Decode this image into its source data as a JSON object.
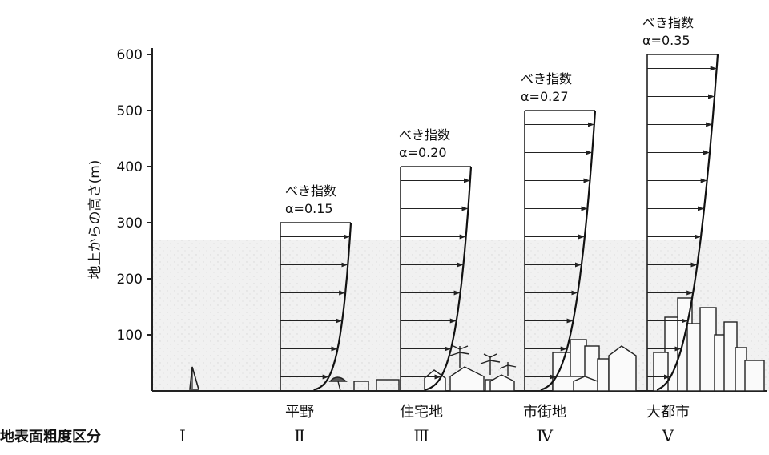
{
  "chart_data": {
    "type": "line",
    "title": "",
    "xlabel": "",
    "ylabel": "地上からの高さ(m)",
    "ylim": [
      0,
      600
    ],
    "yticks": [
      "100",
      "200",
      "300",
      "400",
      "500",
      "600"
    ],
    "row_label": "地表面粗度区分",
    "grid": false,
    "series": [
      {
        "roman": "I",
        "terrain": "",
        "height": null,
        "alpha": null,
        "exponent_label": "",
        "alpha_text": ""
      },
      {
        "roman": "Ⅱ",
        "terrain": "平野",
        "height": 300,
        "alpha": 0.15,
        "exponent_label": "べき指数",
        "alpha_text": "α=0.15"
      },
      {
        "roman": "Ⅲ",
        "terrain": "住宅地",
        "height": 400,
        "alpha": 0.2,
        "exponent_label": "べき指数",
        "alpha_text": "α=0.20"
      },
      {
        "roman": "Ⅳ",
        "terrain": "市街地",
        "height": 500,
        "alpha": 0.27,
        "exponent_label": "べき指数",
        "alpha_text": "α=0.27"
      },
      {
        "roman": "Ⅴ",
        "terrain": "大都市",
        "height": 600,
        "alpha": 0.35,
        "exponent_label": "べき指数",
        "alpha_text": "α=0.35"
      }
    ]
  }
}
